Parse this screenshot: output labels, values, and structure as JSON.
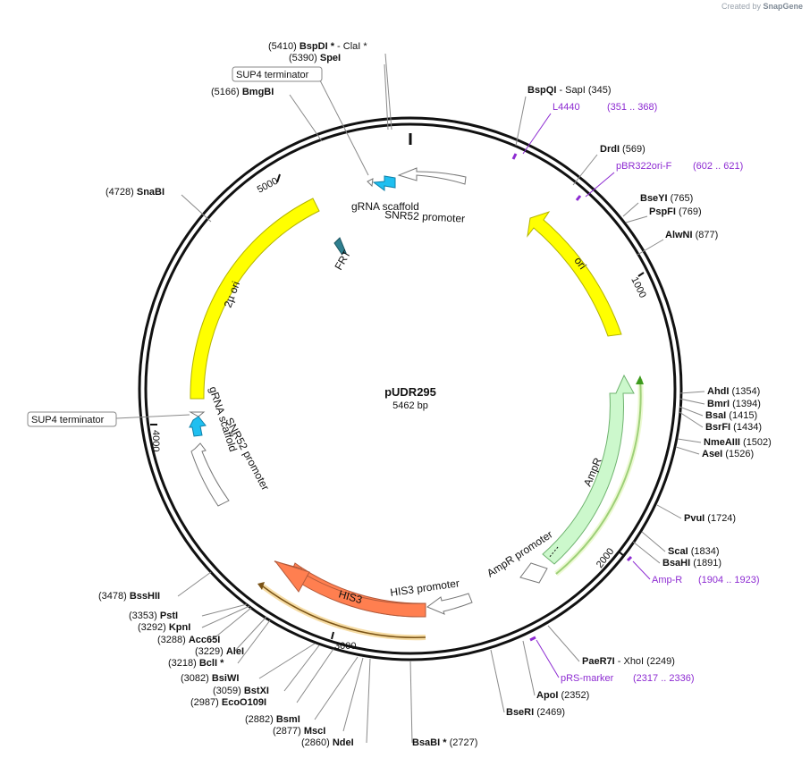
{
  "header": {
    "created_by": "Created by",
    "brand": "SnapGene"
  },
  "plasmid": {
    "name": "pUDR295",
    "size_label": "5462 bp",
    "length": 5462
  },
  "colors": {
    "backbone": "#111111",
    "site_line": "#8a8a8a",
    "primer": "#8d2bd2",
    "ori_fill": "#ffff00",
    "ori_stroke": "#b3b300",
    "his3_fill": "#ff7f50",
    "his3_stroke": "#b2593a",
    "ampr_fill": "#ccf8cc",
    "ampr_stroke": "#6fb36f",
    "scaffold_fill": "#1fbff0",
    "frt_fill": "#2f7f8f",
    "open_fill": "#ffffff",
    "open_stroke": "#777777",
    "primer_bar_green": "#3d9a1d",
    "primer_bar_gold": "#c98a1a"
  },
  "ticks": [
    "1000",
    "2000",
    "3000",
    "4000",
    "5000"
  ],
  "sites": [
    {
      "text": "(5410) ",
      "name": "BspDI *",
      "suffix": " - ClaI *"
    },
    {
      "text": "(5390) ",
      "name": "SpeI",
      "suffix": ""
    },
    {
      "text": "(5166) ",
      "name": "BmgBI",
      "suffix": ""
    },
    {
      "text": "(4728) ",
      "name": "SnaBI",
      "suffix": ""
    },
    {
      "text": "",
      "name": "BspQI",
      "suffix": " - SapI   (345)"
    },
    {
      "text": "",
      "name": "DrdI",
      "suffix": "   (569)"
    },
    {
      "text": "",
      "name": "BseYI",
      "suffix": "   (765)"
    },
    {
      "text": "",
      "name": "PspFI",
      "suffix": "   (769)"
    },
    {
      "text": "",
      "name": "AlwNI",
      "suffix": "   (877)"
    },
    {
      "text": "",
      "name": "AhdI",
      "suffix": "   (1354)"
    },
    {
      "text": "",
      "name": "BmrI",
      "suffix": "   (1394)"
    },
    {
      "text": "",
      "name": "BsaI",
      "suffix": "   (1415)"
    },
    {
      "text": "",
      "name": "BsrFI",
      "suffix": "   (1434)"
    },
    {
      "text": "",
      "name": "NmeAIII",
      "suffix": "   (1502)"
    },
    {
      "text": "",
      "name": "AseI",
      "suffix": "   (1526)"
    },
    {
      "text": "",
      "name": "PvuI",
      "suffix": "   (1724)"
    },
    {
      "text": "",
      "name": "ScaI",
      "suffix": "   (1834)"
    },
    {
      "text": "",
      "name": "BsaHI",
      "suffix": "   (1891)"
    },
    {
      "text": "",
      "name": "PaeR7I",
      "suffix": " - XhoI   (2249)"
    },
    {
      "text": "",
      "name": "ApoI",
      "suffix": "   (2352)"
    },
    {
      "text": "",
      "name": "BseRI",
      "suffix": "   (2469)"
    },
    {
      "text": "",
      "name": "BsaBI *",
      "suffix": "   (2727)"
    },
    {
      "text": "(2860) ",
      "name": "NdeI",
      "suffix": ""
    },
    {
      "text": "(2877) ",
      "name": "MscI",
      "suffix": ""
    },
    {
      "text": "(2882) ",
      "name": "BsmI",
      "suffix": ""
    },
    {
      "text": "(2987) ",
      "name": "EcoO109I",
      "suffix": ""
    },
    {
      "text": "(3059) ",
      "name": "BstXI",
      "suffix": ""
    },
    {
      "text": "(3082) ",
      "name": "BsiWI",
      "suffix": ""
    },
    {
      "text": "(3218) ",
      "name": "BclI *",
      "suffix": ""
    },
    {
      "text": "(3229) ",
      "name": "AleI",
      "suffix": ""
    },
    {
      "text": "(3288) ",
      "name": "Acc65I",
      "suffix": ""
    },
    {
      "text": "(3292) ",
      "name": "KpnI",
      "suffix": ""
    },
    {
      "text": "(3353) ",
      "name": "PstI",
      "suffix": ""
    },
    {
      "text": "(3478) ",
      "name": "BssHII",
      "suffix": ""
    }
  ],
  "primers": [
    {
      "name": "L4440",
      "range": "(351 .. 368)"
    },
    {
      "name": "pBR322ori-F",
      "range": "(602 .. 621)"
    },
    {
      "name": "Amp-R",
      "range": "(1904 .. 1923)"
    },
    {
      "name": "pRS-marker",
      "range": "(2317 .. 2336)"
    }
  ],
  "boxed_labels": [
    "SUP4 terminator",
    "SUP4 terminator"
  ],
  "features": {
    "ori": "ori",
    "two_micron_ori": "2µ ori",
    "ampr": "AmpR",
    "ampr_promoter": "AmpR promoter",
    "his3": "HIS3",
    "his3_promoter": "HIS3 promoter",
    "grna_scaffold_top": "gRNA scaffold",
    "snr52_promoter_top": "SNR52 promoter",
    "frt": "FRT",
    "grna_scaffold_left": "gRNA scaffold",
    "snr52_promoter_left": "SNR52 promoter"
  }
}
